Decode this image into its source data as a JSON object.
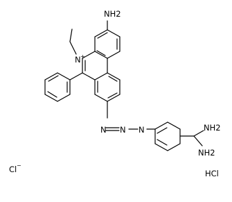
{
  "diagram": {
    "kind": "chemical-structure",
    "line_color": "#000000",
    "background": "#ffffff",
    "labels": {
      "amine_top": "NH2",
      "n_ethyl": "N",
      "n_charge": "+",
      "azo_n1": "N",
      "azo_n2": "N",
      "azo_n3": "N",
      "amidine_nh2_upper": "NH2",
      "amidine_nh2_lower": "NH2",
      "chloride": "Cl",
      "chloride_charge": "−",
      "hcl": "HCl"
    }
  }
}
